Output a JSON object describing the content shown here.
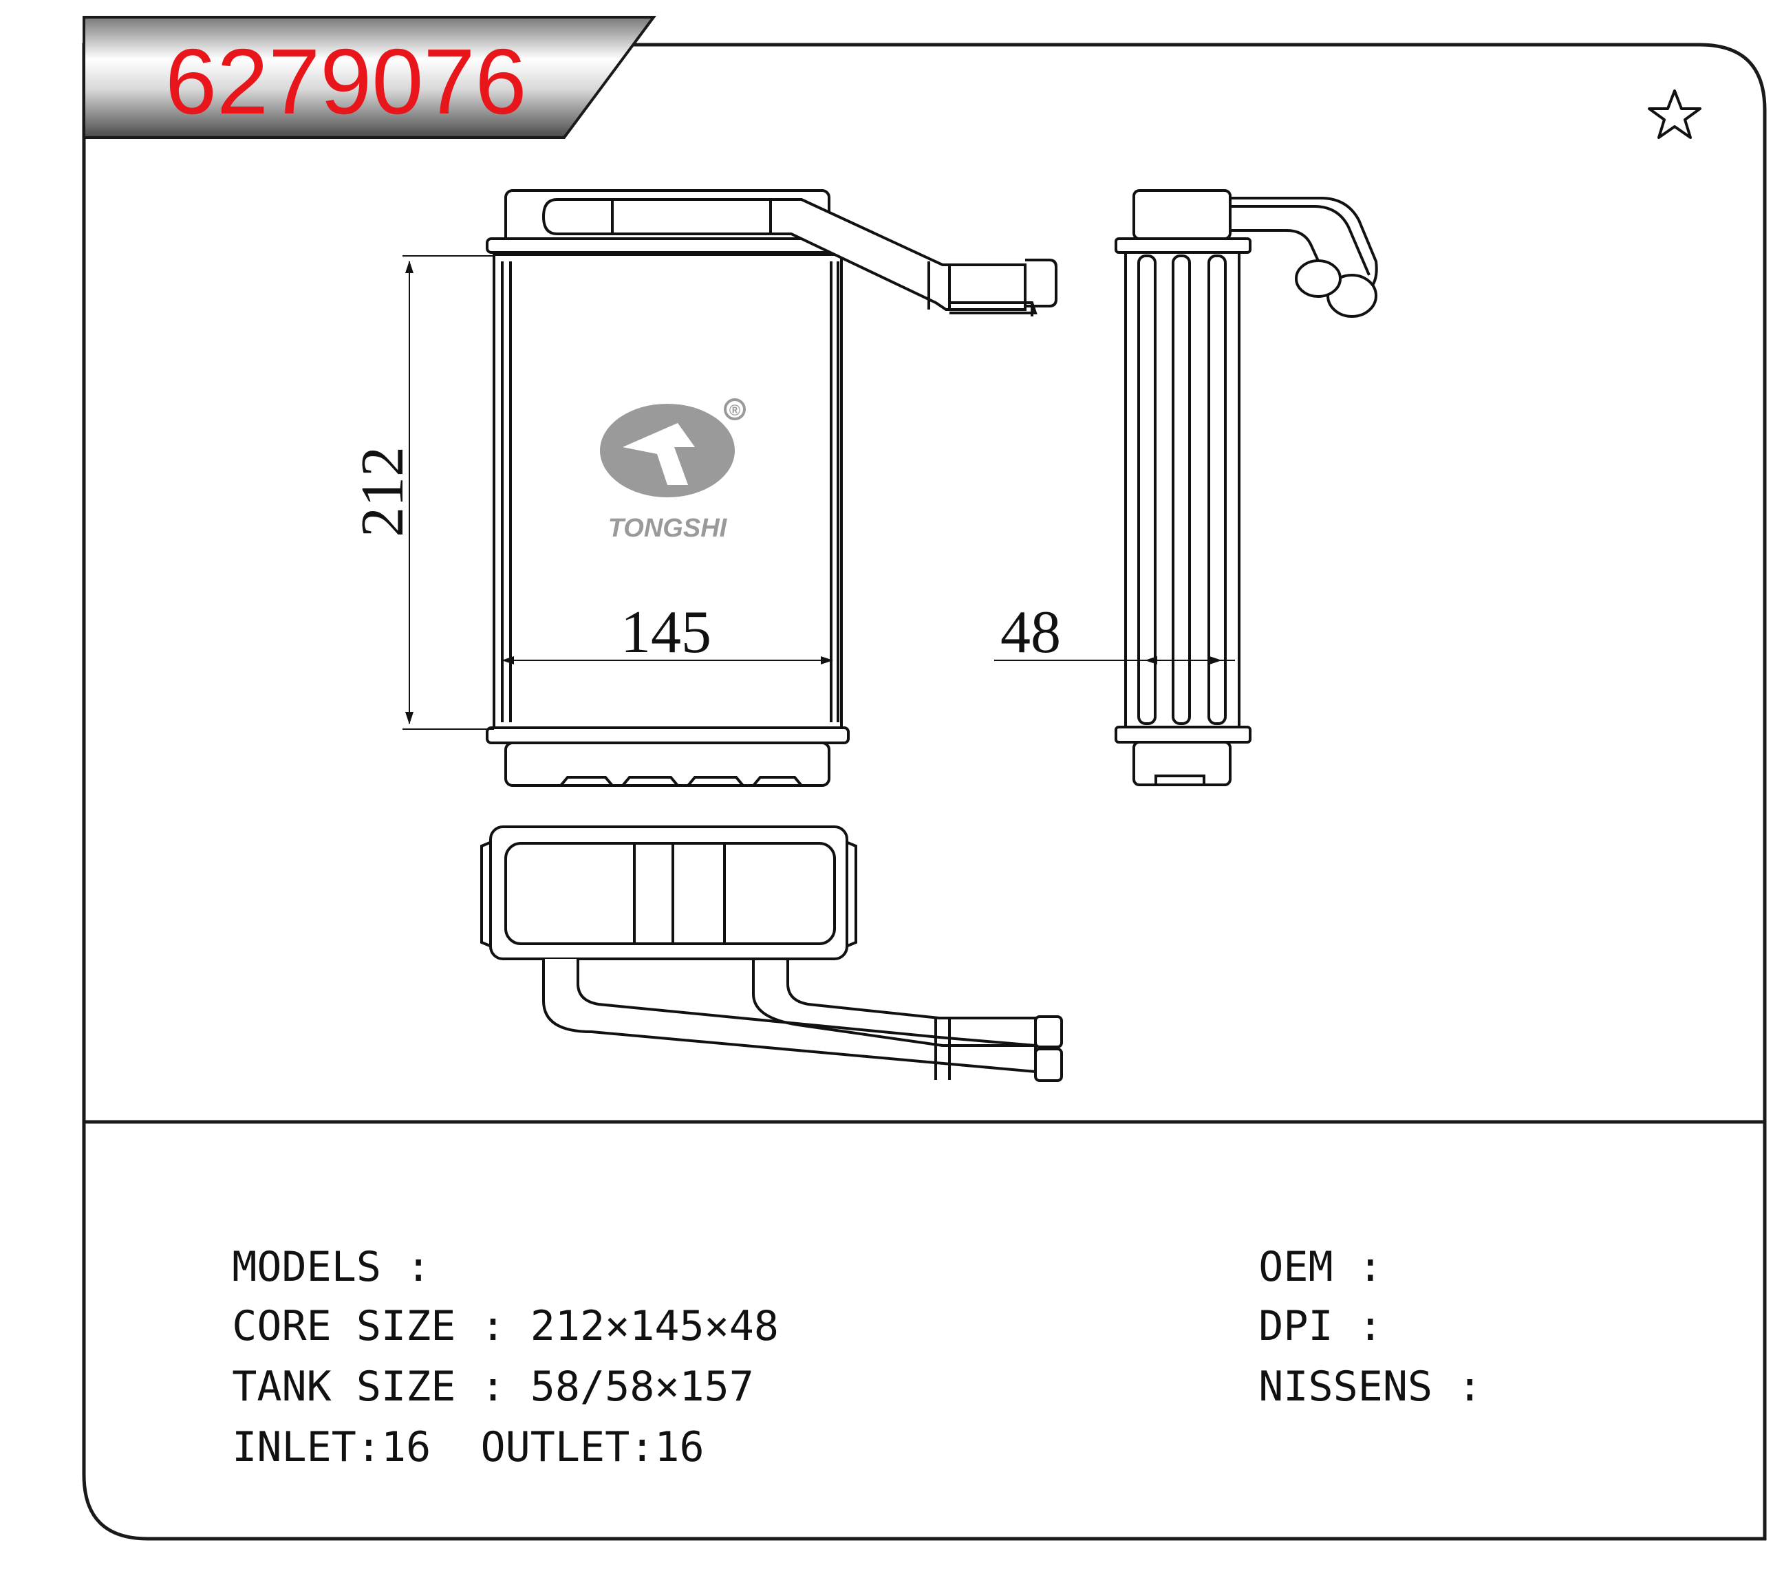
{
  "part_number": "6279076",
  "dimensions": {
    "height": "212",
    "width": "145",
    "depth": "48"
  },
  "logo": {
    "name": "TONGSHI",
    "registered_mark": "®"
  },
  "specs": {
    "models_label": "MODELS :",
    "models_value": "",
    "core_size_label": "CORE SIZE : ",
    "core_size_value": "212×145×48",
    "tank_size_label": "TANK SIZE : ",
    "tank_size_value": "58/58×157",
    "inlet_label": "INLET:",
    "inlet_value": "16",
    "outlet_label": "OUTLET:",
    "outlet_value": "16",
    "oem_label": "OEM :",
    "oem_value": "",
    "dpi_label": "DPI :",
    "dpi_value": "",
    "nissens_label": "NISSENS :",
    "nissens_value": ""
  },
  "icons": {
    "favorite": "star-outline-icon"
  },
  "colors": {
    "part_number": "#e8161b",
    "frame": "#1a1a1a",
    "logo": "#9a9a9a"
  }
}
